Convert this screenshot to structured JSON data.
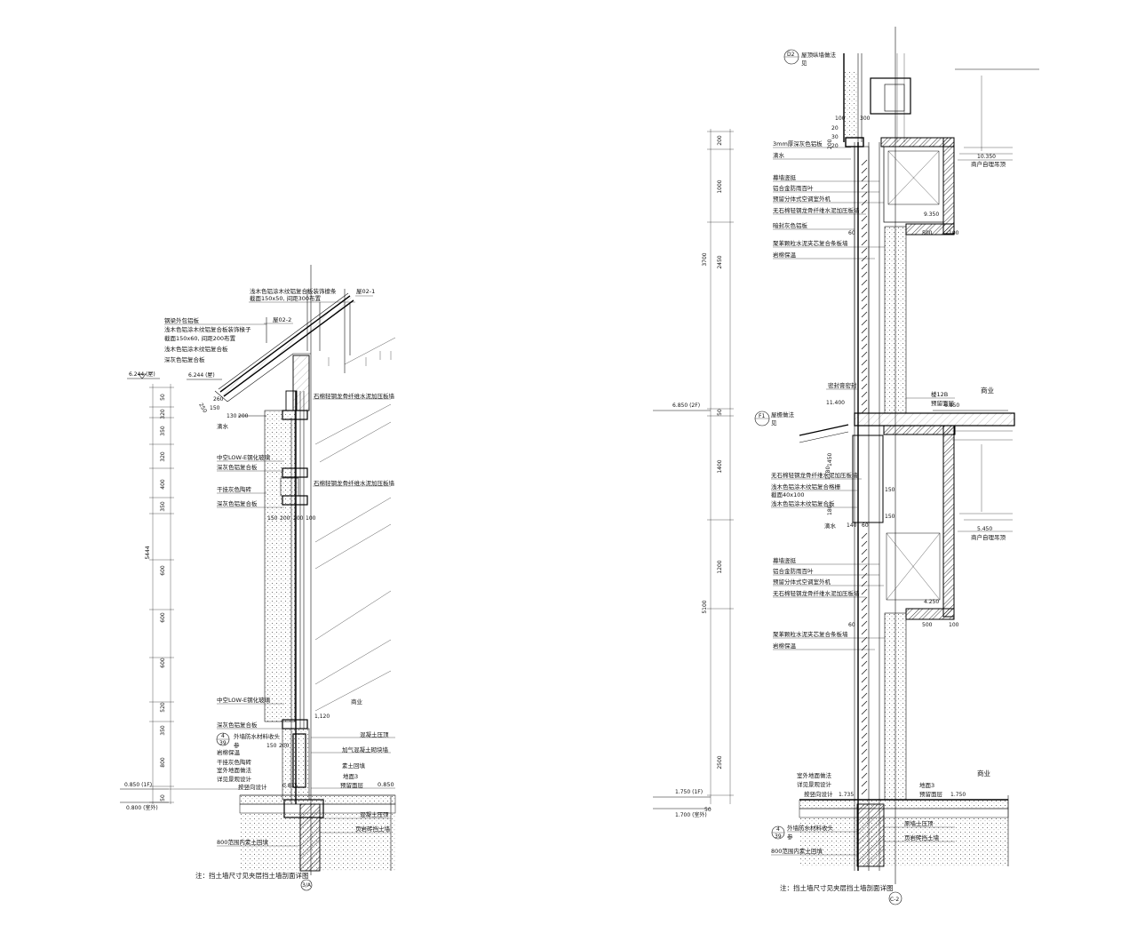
{
  "left": {
    "labels": {
      "wood_strip": "浅木色铝涂木纹铝复合板装饰檩条",
      "wood_strip_size": "截面150x50, 间距300布置",
      "roof1": "屋02-1",
      "roof2": "屋02-2",
      "steel_beam": "钢梁外包铝板",
      "wood_rafter": "浅木色铝涂木纹铝复合板装饰椽子",
      "wood_rafter_size": "截面150x60, 间距200布置",
      "wood_panel": "浅木色铝涂木纹铝复合板",
      "dark_panel": "深灰色铝复合板",
      "wall_a": "石棉轻钢龙骨纤维水泥加压板墙",
      "wall_b": "石棉轻钢龙骨纤维水泥加压板墙",
      "drip": "滴水",
      "glass1": "中空LOW-E钢化玻璃",
      "dark_panel2": "深灰色铝复合板",
      "tile": "干挂灰色陶砖",
      "dark_panel3": "深灰色铝复合板",
      "glass2": "中空LOW-E钢化玻璃",
      "dark_panel4": "深灰色铝复合板",
      "waterproof": "外墙防水材料收头",
      "ref_word": "参",
      "rockwool": "岩棉保温",
      "tile2": "干挂灰色陶砖",
      "outdoor_floor": "室外地面做法",
      "landscape": "详见景观设计",
      "slope": "按竖向设计",
      "concrete_top": "混凝土压顶",
      "aerated": "加气混凝土砌块墙",
      "soil": "素土回填",
      "precast": "预留面层",
      "floor3": "地面3",
      "concrete_top2": "混凝土压顶",
      "shale": "页岩砖挡土墙",
      "backfill": "800范围内素土回填",
      "commercial": "商业",
      "note": "注：挡土墙尺寸见夹层挡土墙剖面详图"
    },
    "levels": {
      "top": "6.244 (屋)",
      "top2": "6.244 (屋)",
      "floor": "0.850 (1F)",
      "ground": "0.800 (室外)",
      "inner": "0.850"
    },
    "dims": [
      "50",
      "320",
      "350",
      "320",
      "400",
      "350",
      "600",
      "600",
      "600",
      "520",
      "350",
      "800",
      "50"
    ],
    "dim_total": "5444",
    "dims_h": [
      "150",
      "200",
      "200",
      "100"
    ],
    "dims_h2": [
      "150",
      "200"
    ],
    "roof_dims": [
      "260",
      "250",
      "150",
      "130",
      "200"
    ],
    "small": {
      "d1120": "1,120",
      "d835": "0.835"
    },
    "ref": {
      "num": "4",
      "sheet": "39"
    },
    "axis": "3/A"
  },
  "right": {
    "labels": {
      "roof_ref": "屋顶纵墙做法",
      "see": "见",
      "alum3": "3mm厚深灰色铝板",
      "drip": "滴水",
      "curtain": "幕墙竖挺",
      "louver": "铝合金防雨百叶",
      "ac": "预留分体式空调室外机",
      "wall": "无石棉轻钢龙骨纤维水泥加压板墙",
      "alum_grey": "暗封灰色铝板",
      "polystyrene": "聚苯颗粒水泥夹芯复合条板墙",
      "rockwool": "岩棉保温",
      "sealant": "密封膏密封",
      "f1_word": "屋檐做法",
      "f1_see": "见",
      "wall2": "无石棉轻钢龙骨纤维水泥加压板墙",
      "wood_grille": "浅木色铝涂木纹铝复合格栅",
      "grille_size": "截面40x100",
      "wood_panel": "浅木色铝涂木纹铝复合板",
      "drip2": "滴水",
      "curtain2": "幕墙竖挺",
      "louver2": "铝合金防雨百叶",
      "ac2": "预留分体式空调室外机",
      "wall3": "无石棉轻钢龙骨纤维水泥加压板墙",
      "polystyrene2": "聚苯颗粒水泥夹芯复合条板墙",
      "rockwool2": "岩棉保温",
      "floor12b": "楼12B",
      "precast": "预留面层",
      "commercial": "商业",
      "ceiling1": "商户自理吊顶",
      "ceiling2": "商户自理吊顶",
      "outdoor": "室外地面做法",
      "landscape": "详见景观设计",
      "slope": "按竖向设计",
      "floor3": "地面3",
      "precast2": "预留面层",
      "commercial2": "商业",
      "waterproof": "外墙防水材料收头",
      "ref_word": "参",
      "concrete_top": "原墙土压顶",
      "shale": "页岩砖挡土墙",
      "backfill": "800范围内素土回填",
      "note": "注：挡土墙尺寸见夹层挡土墙剖面详图"
    },
    "levels": {
      "l1035": "10.350",
      "l9350": "9.350",
      "l6850": "6.850 (2F)",
      "l6850b": "6.850",
      "l11400": "11.400",
      "l5450": "5.450",
      "l4250": "4.250",
      "l1750": "1.750 (1F)",
      "l1700": "1.700 (室外)",
      "l1735": "1.735",
      "l1750b": "1.750"
    },
    "dims_v": [
      "200",
      "1000",
      "2450",
      "50",
      "1400",
      "1200",
      "2500"
    ],
    "dims_total": [
      "3700",
      "5100"
    ],
    "dims_h": [
      "100",
      "300",
      "20",
      "30",
      "20",
      "60",
      "500",
      "100",
      "60",
      "500",
      "100",
      "150",
      "150",
      "140",
      "60",
      "50"
    ],
    "small": [
      "1450",
      "1180",
      "180",
      "200"
    ],
    "refs": {
      "d2": "D2",
      "f1": "F1",
      "num": "4",
      "sheet": "39"
    },
    "axis": "C-2"
  }
}
